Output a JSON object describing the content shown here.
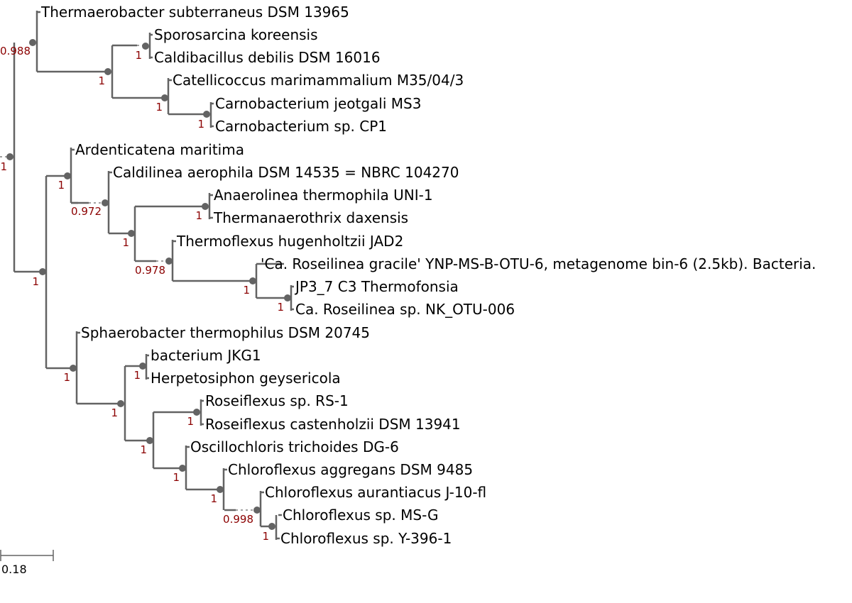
{
  "colors": {
    "branch": "#636363",
    "support": "#8b0000",
    "label": "#000000"
  },
  "scale_bar": {
    "label": "0.18"
  },
  "taxa": [
    "Thermaerobacter subterraneus DSM 13965",
    "Sporosarcina koreensis",
    "Caldibacillus debilis DSM 16016",
    "Catellicoccus marimammalium M35/04/3",
    "Carnobacterium jeotgali MS3",
    "Carnobacterium sp. CP1",
    "Ardenticatena maritima",
    "Caldilinea aerophila DSM 14535 = NBRC 104270",
    "Anaerolinea thermophila UNI-1",
    "Thermanaerothrix daxensis",
    "Thermoflexus hugenholtzii JAD2",
    "'Ca. Roseilinea gracile' YNP-MS-B-OTU-6, metagenome bin-6 (2.5kb). Bacteria.",
    "JP3_7 C3 Thermofonsia",
    "Ca. Roseilinea sp. NK_OTU-006",
    "Sphaerobacter thermophilus DSM 20745",
    "bacterium JKG1",
    "Herpetosiphon geysericola",
    "Roseiflexus sp. RS-1",
    "Roseiflexus castenholzii DSM 13941",
    "Oscillochloris trichoides DG-6",
    "Chloroflexus aggregans DSM 9485",
    "Chloroflexus aurantiacus J-10-fl",
    "Chloroflexus sp. MS-G",
    "Chloroflexus sp. Y-396-1"
  ],
  "support_values": [
    "1",
    "1",
    "0.988",
    "1",
    "1",
    "1",
    "1",
    "1",
    "0.972",
    "1",
    "1",
    "0.978",
    "1",
    "1",
    "1",
    "1",
    "1",
    "1",
    "1",
    "1",
    "1",
    "0.998",
    "1"
  ]
}
